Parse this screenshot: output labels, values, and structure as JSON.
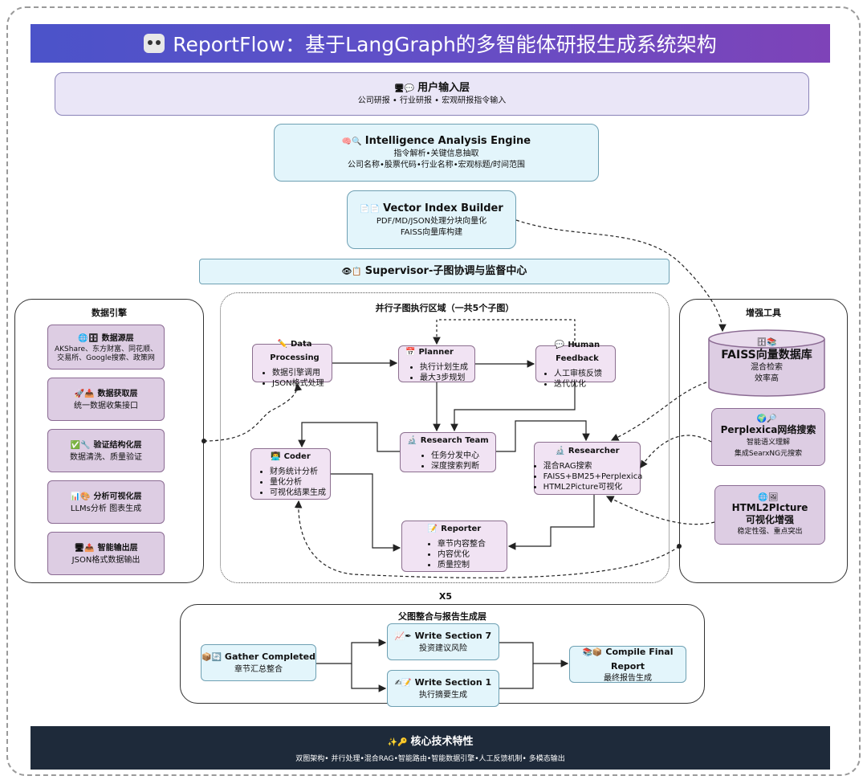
{
  "title": "ReportFlow：基于LangGraph的多智能体研报生成系统架构",
  "user_input": {
    "title": "用户输入层",
    "subtitle": "公司研报 • 行业研报 • 宏观研报指令输入"
  },
  "engine": {
    "title": "Intelligence Analysis Engine",
    "line1": "指令解析•关键信息抽取",
    "line2": "公司名称•股票代码•行业名称•宏观标题/时间范围"
  },
  "vector": {
    "title": "Vector Index Builder",
    "line1": "PDF/MD/JSON处理分块向量化",
    "line2": "FAISS向量库构建"
  },
  "supervisor": {
    "title": "Supervisor-子图协调与监督中心"
  },
  "data_engine": {
    "title": "数据引擎",
    "layers": [
      {
        "title": "数据源层",
        "desc": "AKShare、东方财富、同花顺、交易所、Google搜索、政策网"
      },
      {
        "title": "数据获取层",
        "desc": "统一数据收集接口"
      },
      {
        "title": "验证结构化层",
        "desc": "数据清洗、质量验证"
      },
      {
        "title": "分析可视化层",
        "desc": "LLMs分析 图表生成"
      },
      {
        "title": "智能输出层",
        "desc": "JSON格式数据输出"
      }
    ]
  },
  "parallel": {
    "title": "并行子图执行区域（一共5个子图）",
    "data_processing": {
      "title": "Data Processing",
      "items": [
        "数据引擎调用",
        "JSON格式处理"
      ]
    },
    "planner": {
      "title": "Planner",
      "items": [
        "执行计划生成",
        "最大3步规划"
      ]
    },
    "human_feedback": {
      "title": "Human Feedback",
      "items": [
        "人工审核反馈",
        "迭代优化"
      ]
    },
    "research_team": {
      "title": "Research Team",
      "items": [
        "任务分发中心",
        "深度搜索判断"
      ]
    },
    "coder": {
      "title": "Coder",
      "items": [
        "财务统计分析",
        "量化分析",
        "可视化结果生成"
      ]
    },
    "researcher": {
      "title": "Researcher",
      "items": [
        "混合RAG搜索",
        "FAISS+BM25+Perplexica",
        "HTML2Picture可视化"
      ]
    },
    "reporter": {
      "title": "Reporter",
      "items": [
        "章节内容整合",
        "内容优化",
        "质量控制"
      ]
    }
  },
  "tools": {
    "title": "增强工具",
    "faiss": {
      "title": "FAISS向量数据库",
      "line1": "混合检索",
      "line2": "效率高"
    },
    "perplexica": {
      "title": "Perplexica网络搜索",
      "line1": "智能语义理解",
      "line2": "集成SearxNG元搜索"
    },
    "html2picture": {
      "title1": "HTML2PIcture",
      "title2": "可视化增强",
      "line1": "稳定性强、重点突出"
    }
  },
  "multiplier": "X5",
  "parent": {
    "title": "父图整合与报告生成层",
    "gather": {
      "title": "Gather Completed",
      "desc": "章节汇总整合"
    },
    "sec7": {
      "title": "Write Section 7",
      "desc": "投资建议风险"
    },
    "sec1": {
      "title": "Write Section 1",
      "desc": "执行摘要生成"
    },
    "compile": {
      "title": "Compile Final Report",
      "desc": "最终报告生成"
    }
  },
  "footer": {
    "title": "核心技术特性",
    "desc": "双图架构• 并行处理•混合RAG•智能路由•智能数据引擎•人工反馈机制• 多模态输出"
  },
  "colors": {
    "title_start": "#4b53c9",
    "title_end": "#7e43b8",
    "footer_bg": "#1e2a3a"
  }
}
